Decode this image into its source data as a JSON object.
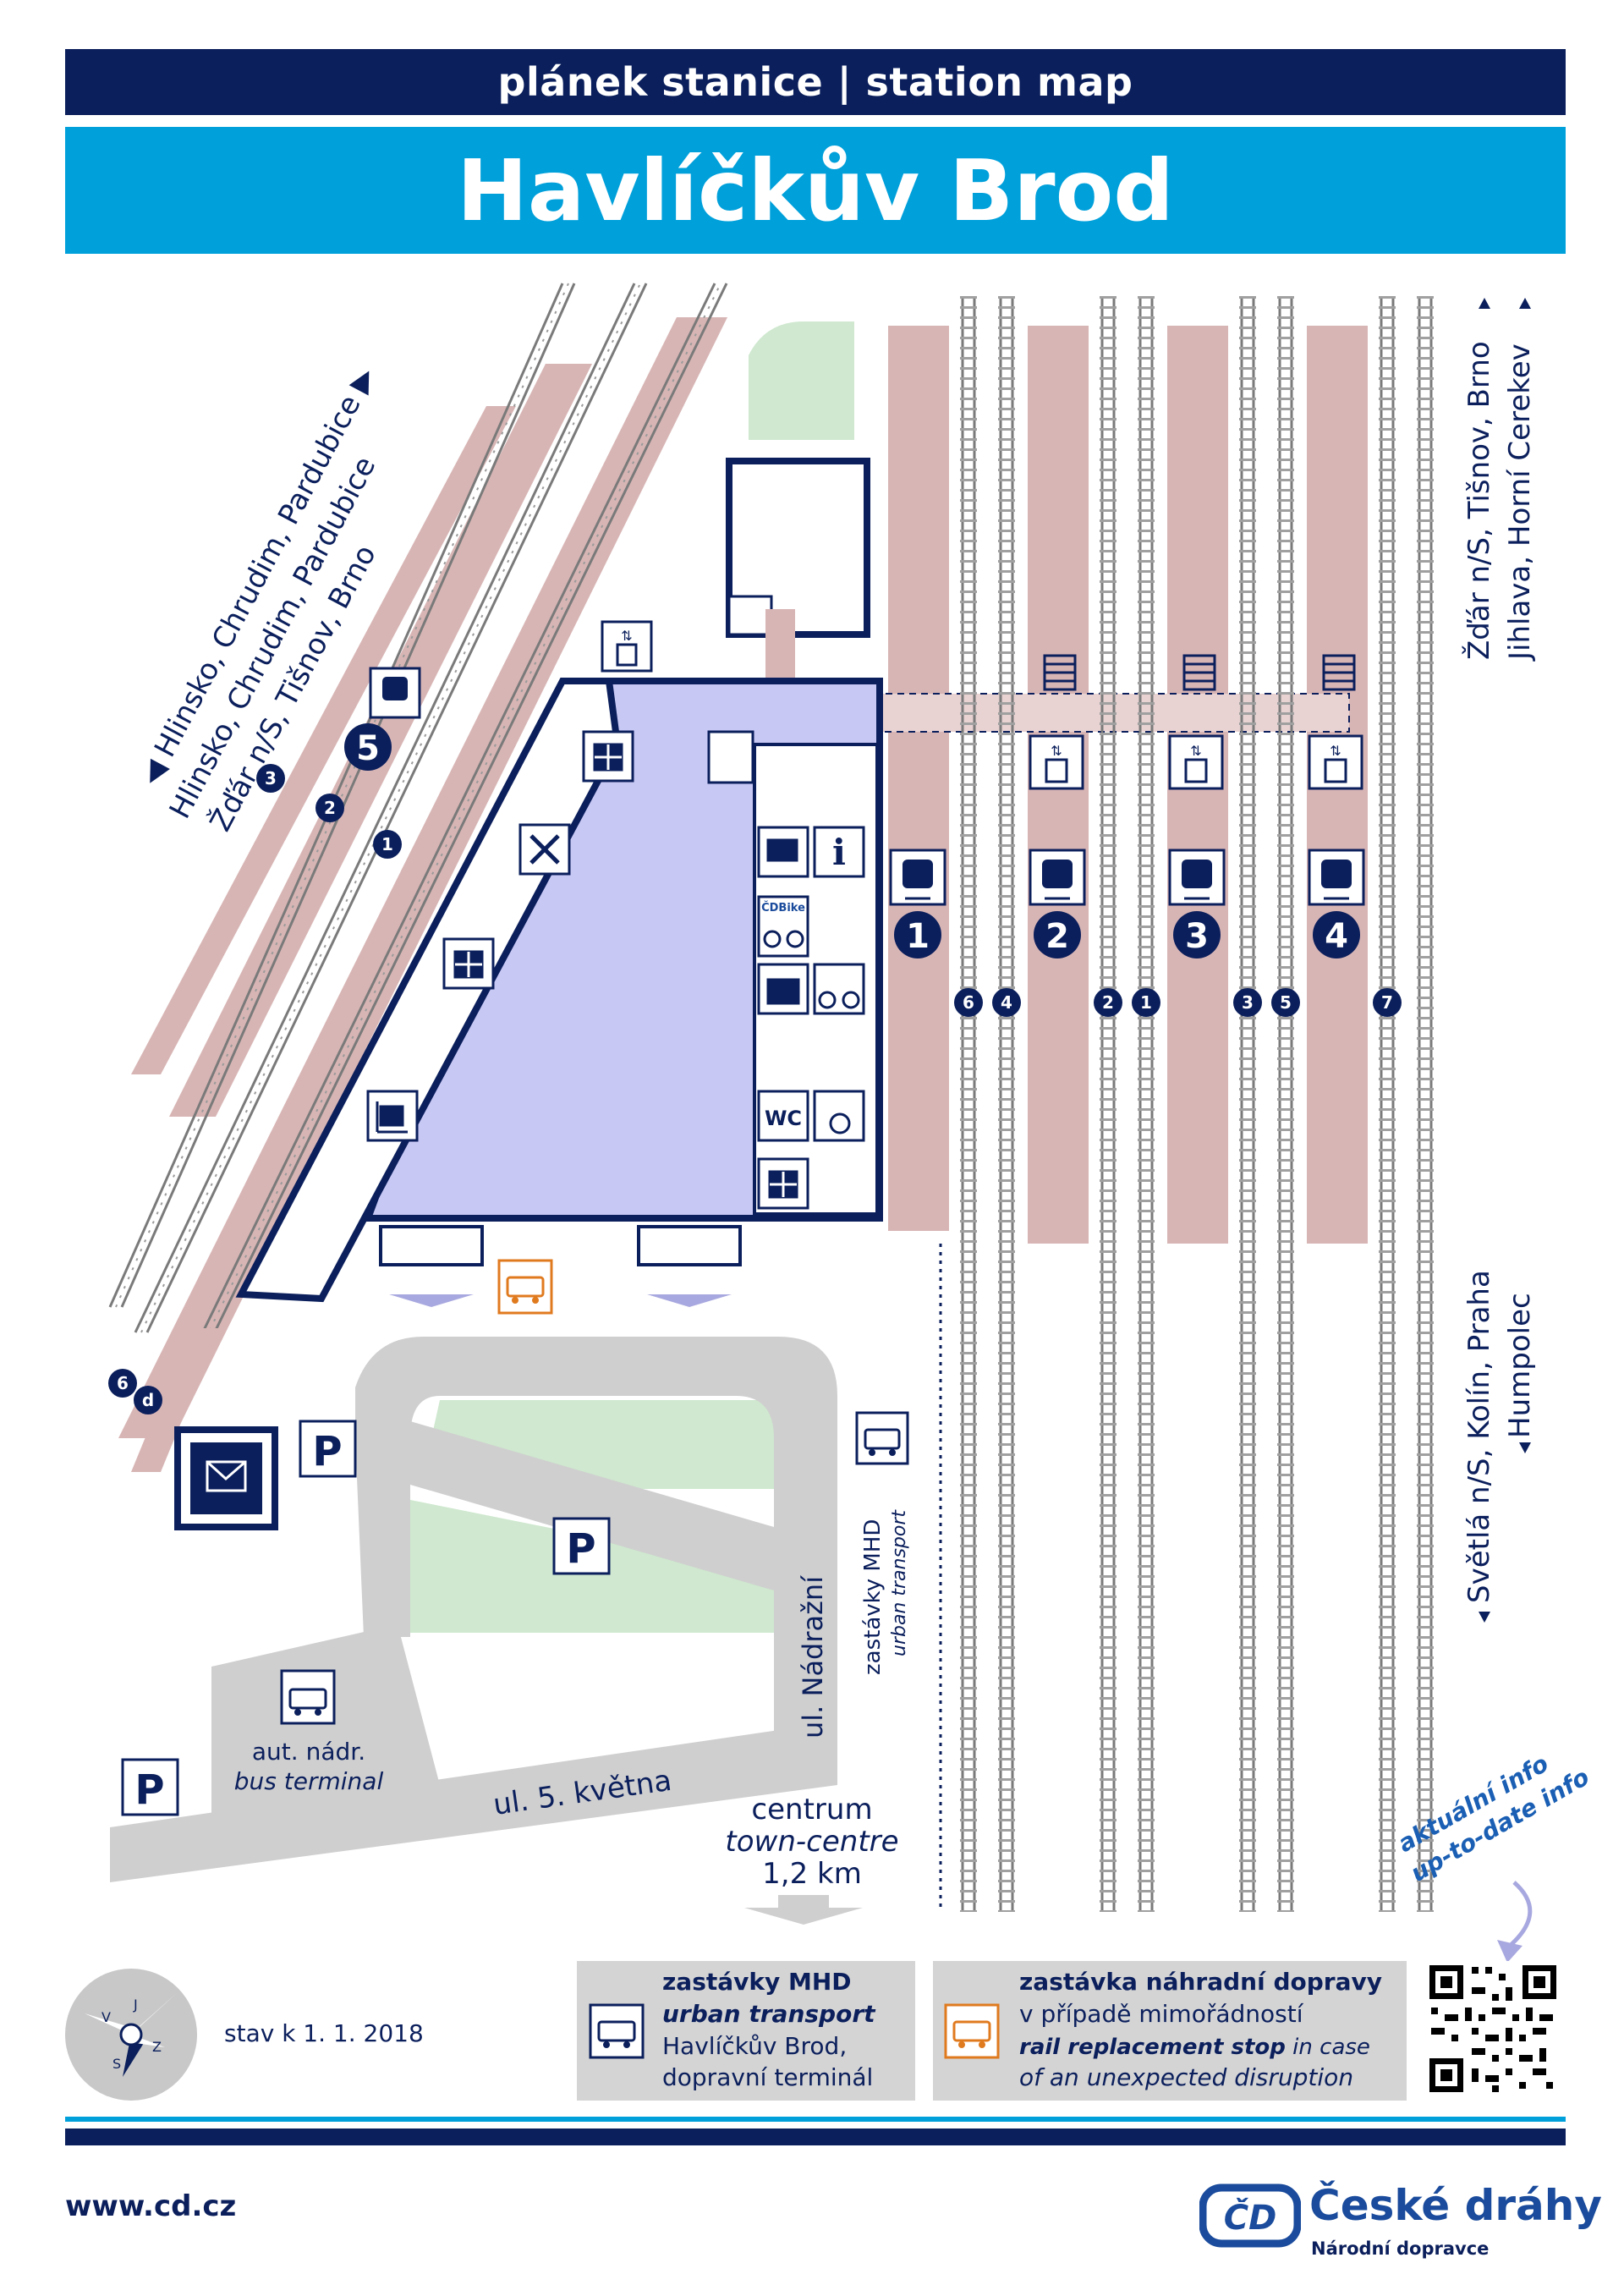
{
  "header": {
    "subtitle": "plánek stanice | station map",
    "title": "Havlíčkův Brod"
  },
  "directions": {
    "left_top_1": "Hlinsko, Chrudim, Pardubice",
    "left_top_2": "Hlinsko, Chrudim, Pardubice",
    "left_top_3": "Žďár n/S, Tišnov, Brno",
    "right_top_1": "Žďár n/S, Tišnov, Brno",
    "right_top_2": "Jihlava, Horní Cerekev",
    "right_bottom_1": "Světlá n/S, Kolín, Praha",
    "right_bottom_2": "Humpolec"
  },
  "platforms": [
    "1",
    "2",
    "3",
    "4"
  ],
  "left_platform": "5",
  "tracks_right": [
    "6",
    "4",
    "2",
    "1",
    "3",
    "5",
    "7"
  ],
  "tracks_left": [
    "3",
    "2",
    "1"
  ],
  "tracks_bottom_left": [
    "6",
    "d"
  ],
  "building_icons": {
    "wc": "WC",
    "cdbike": "ČDBike"
  },
  "map_labels": {
    "mhd_stop_1": "zastávky MHD",
    "mhd_stop_2": "urban transport",
    "street_nadrazni": "ul. Nádražní",
    "street_kvetna": "ul. 5. května",
    "bus_terminal_1": "aut. nádr.",
    "bus_terminal_2": "bus terminal",
    "centre_1": "centrum",
    "centre_2": "town-centre",
    "centre_3": "1,2 km",
    "aktualni_1": "aktuální info",
    "aktualni_2": "up-to-date info",
    "parking": "P"
  },
  "compass": {
    "s": "S",
    "j": "J",
    "v": "V",
    "z": "Z"
  },
  "status_date": "stav k 1. 1. 2018",
  "legend": {
    "mhd_title": "zastávky MHD",
    "mhd_sub": "urban transport",
    "mhd_line3": "Havlíčkův Brod,",
    "mhd_line4": "dopravní terminál",
    "nahr_title": "zastávka náhradní dopravy",
    "nahr_line2": "v případě mimořádností",
    "nahr_line3a": "rail replacement stop",
    "nahr_line3b": " in case",
    "nahr_line4": "of an unexpected disruption"
  },
  "footer": {
    "url": "www.cd.cz",
    "logo_mark": "ČD",
    "logo_name": "České dráhy",
    "logo_sub": "Národní dopravce"
  },
  "colors": {
    "navy": "#0b1f5c",
    "cyan": "#00a0db",
    "platform_pink": "#d8b5b5",
    "building_lilac": "#c8c8f5",
    "road_grey": "#cfcfcf",
    "green": "#cfe8cf",
    "orange": "#e07a1f"
  }
}
